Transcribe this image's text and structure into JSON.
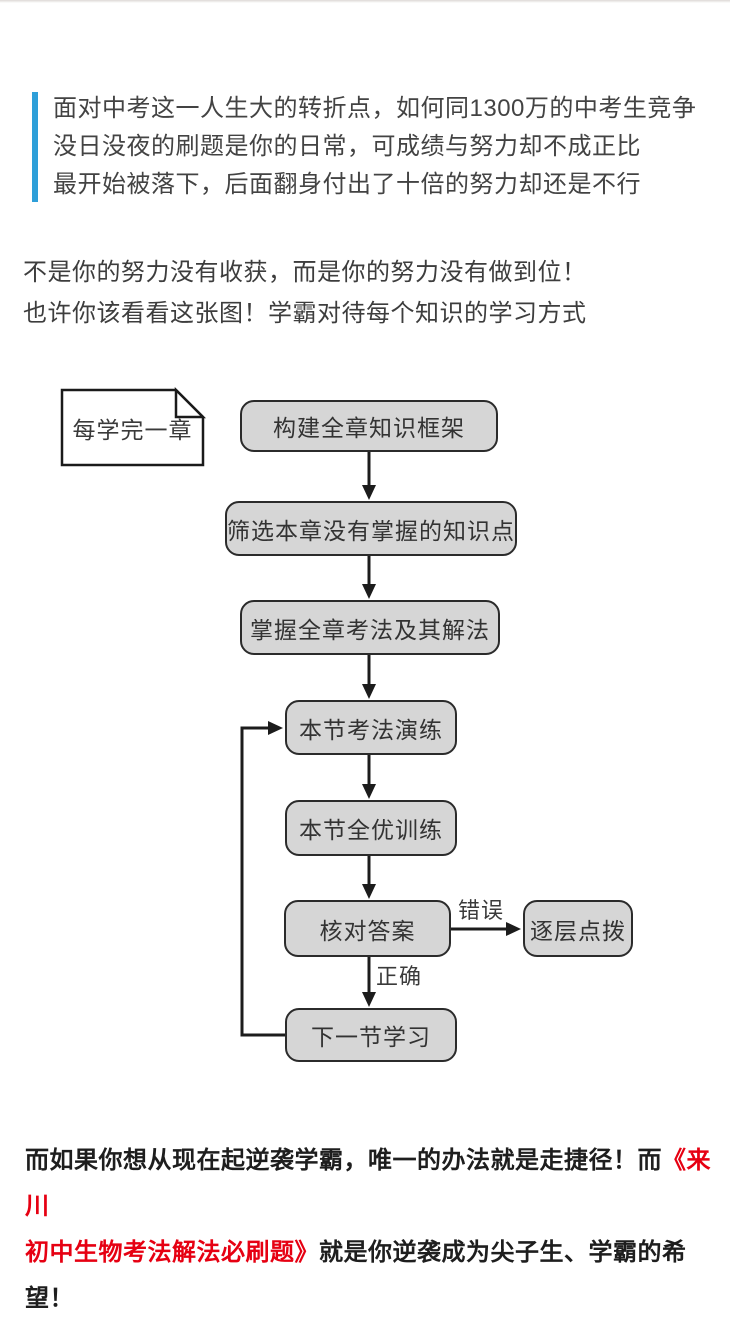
{
  "colors": {
    "accent_blue": "#2e9fd9",
    "highlight_red": "#e60012",
    "node_fill": "#d6d6d6",
    "node_border": "#2b2b2b",
    "text_dark": "#3d3d3d",
    "arrow_black": "#1c1c1c"
  },
  "quote": {
    "lines": [
      "面对中考这一人生大的转折点，如何同1300万的中考生竞争",
      "没日没夜的刷题是你的日常，可成绩与努力却不成正比",
      "最开始被落下，后面翻身付出了十倍的努力却还是不行"
    ]
  },
  "intro": {
    "lines": [
      "不是你的努力没有收获，而是你的努力没有做到位！",
      "也许你该看看这张图！学霸对待每个知识的学习方式"
    ]
  },
  "flowchart": {
    "side_note": "每学完一章",
    "nodes": [
      "构建全章知识框架",
      "筛选本章没有掌握的知识点",
      "掌握全章考法及其解法",
      "本节考法演练",
      "本节全优训练",
      "核对答案",
      "逐层点拨",
      "下一节学习"
    ],
    "edge_labels": {
      "wrong": "错误",
      "correct": "正确"
    }
  },
  "footer": {
    "line1": [
      {
        "text": "而如果你想从现在起逆袭学霸，唯一的办法就是走捷径！而",
        "red": false
      },
      {
        "text": "《来川",
        "red": true
      }
    ],
    "line2": [
      {
        "text": "初中生物考法解法必刷题》",
        "red": true
      },
      {
        "text": "就是你逆袭成为尖子生、学霸的希望！",
        "red": false
      }
    ]
  }
}
